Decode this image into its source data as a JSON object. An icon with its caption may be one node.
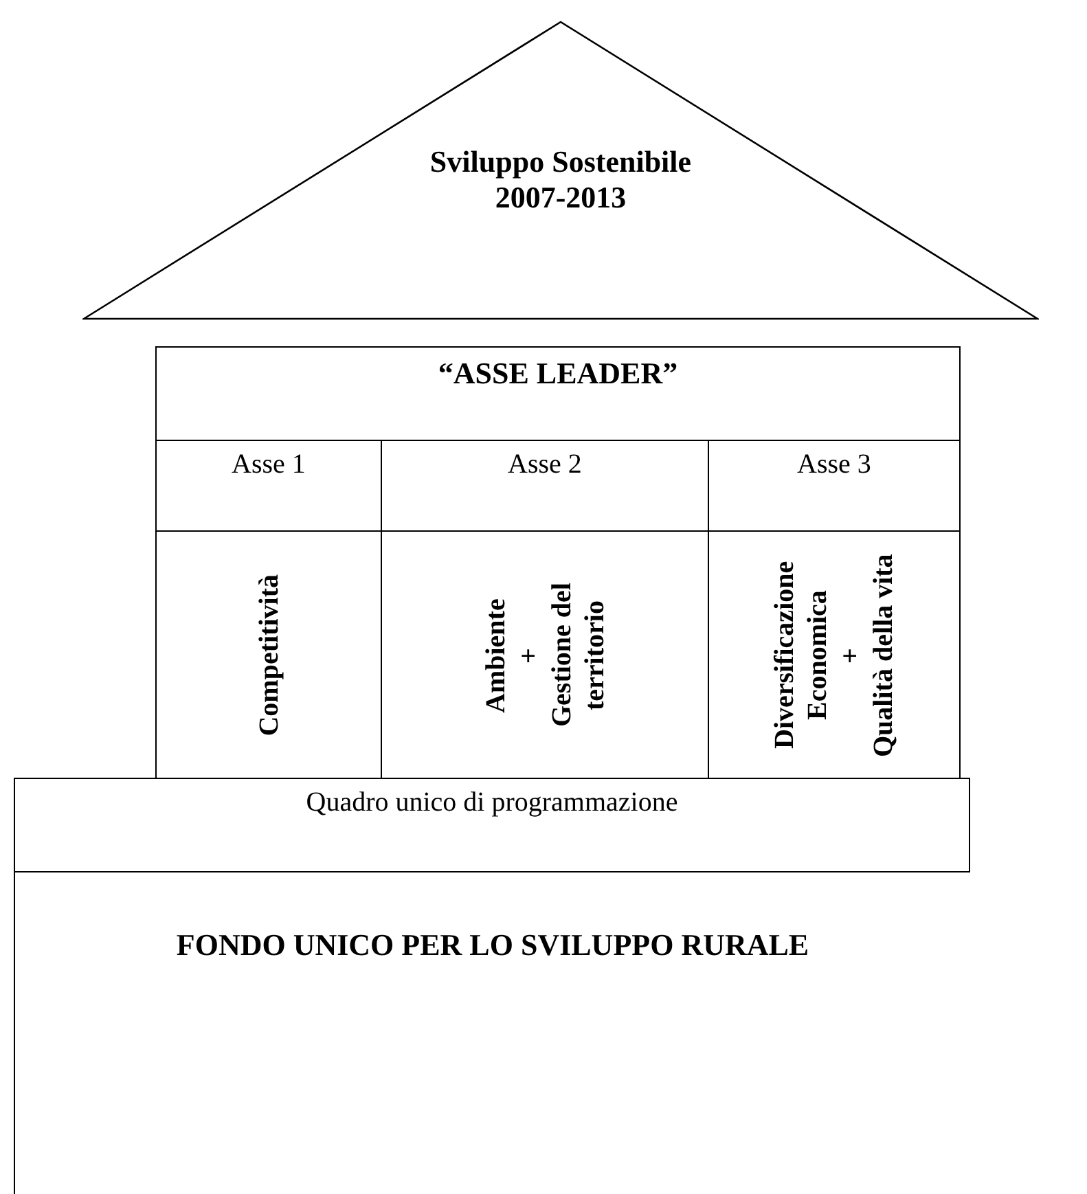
{
  "diagram": {
    "nodes": [
      {
        "text": [
          "Sviluppo Sostenibile 2007-2013"
        ]
      },
      {
        "text": [
          "“ASSE LEADER”"
        ]
      },
      {
        "text": [
          "Asse 1"
        ]
      },
      {
        "text": [
          "Asse 2"
        ]
      },
      {
        "text": [
          "Asse 3"
        ]
      },
      {
        "text": [
          "Competitività"
        ]
      },
      {
        "text": [
          "Ambiente",
          "+",
          "Gestione del territorio"
        ]
      },
      {
        "text": [
          "Diversificazione Economica",
          "+",
          "Qualità della vita"
        ]
      },
      {
        "text": [
          "Quadro unico di programmazione"
        ]
      },
      {
        "text": [
          "FONDO UNICO PER LO SVILUPPO RURALE"
        ]
      }
    ]
  }
}
